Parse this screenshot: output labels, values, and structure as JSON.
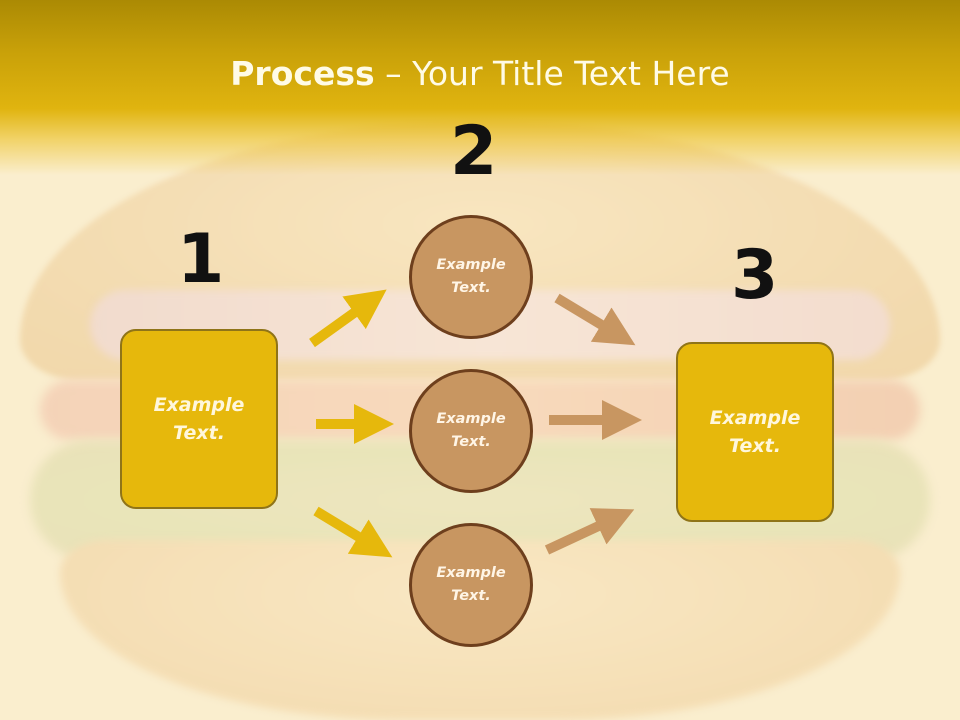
{
  "title": {
    "bold": "Process",
    "rest": " – Your Title Text Here"
  },
  "steps": {
    "one": "1",
    "two": "2",
    "three": "3"
  },
  "left_box": {
    "text": "Example\nText."
  },
  "right_box": {
    "text": "Example\nText."
  },
  "circles": [
    {
      "text": "Example\nText."
    },
    {
      "text": "Example\nText."
    },
    {
      "text": "Example\nText."
    }
  ],
  "colors": {
    "header": "#e0b40f",
    "box_fill": "#e6b80c",
    "circle_fill": "#c89661",
    "circle_border": "#6e3f1d",
    "left_arrows": "#e6b80c",
    "right_arrows": "#c89661"
  }
}
